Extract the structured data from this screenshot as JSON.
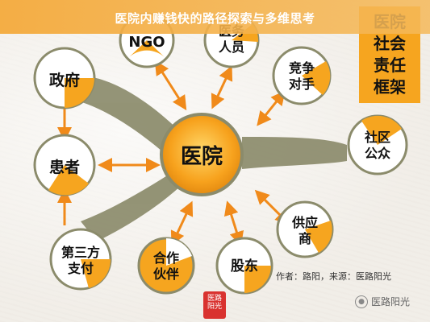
{
  "title": "医院内赚钱快的路径探索与多维思考",
  "framework_label": [
    "医院",
    "社会",
    "责任",
    "框架"
  ],
  "center": "医院",
  "nodes": {
    "government": [
      "政府"
    ],
    "patient": [
      "患者"
    ],
    "third_party": [
      "第三方",
      "支付"
    ],
    "ngo": [
      "NGO"
    ],
    "medical_staff": [
      "医务",
      "人员"
    ],
    "competitor": [
      "竞争",
      "对手"
    ],
    "community": [
      "社区",
      "公众"
    ],
    "supplier": [
      "供应",
      "商"
    ],
    "shareholder": [
      "股东"
    ],
    "partner": [
      "合作",
      "伙伴"
    ]
  },
  "caption": "作者：路阳，来源：医路阳光",
  "watermark": "医路阳光",
  "seal": [
    "医路",
    "阳光"
  ],
  "colors": {
    "accent": "#f6a51f",
    "node_fill": "#ffffff",
    "stroke": "#8c8c6a",
    "arrow": "#f08a1a"
  }
}
